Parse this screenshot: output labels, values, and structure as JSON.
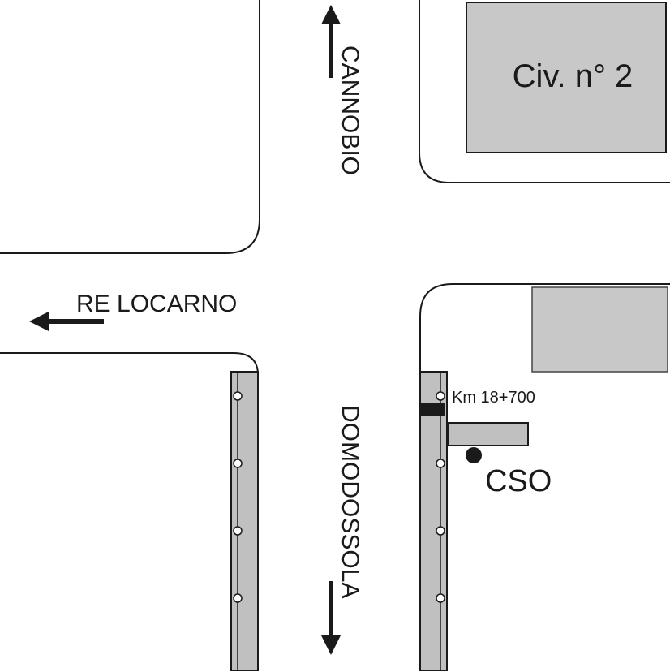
{
  "labels": {
    "north_direction": "CANNOBIO",
    "west_direction": "RE LOCARNO",
    "south_direction": "DOMODOSSOLA",
    "building": "Civ. n° 2",
    "kilometer_marker": "Km 18+700",
    "point": "CSO"
  },
  "colors": {
    "building_fill": "#c8c8c8",
    "strip_fill": "#c0c0c0",
    "line": "#1a1a1a",
    "background": "#ffffff"
  }
}
